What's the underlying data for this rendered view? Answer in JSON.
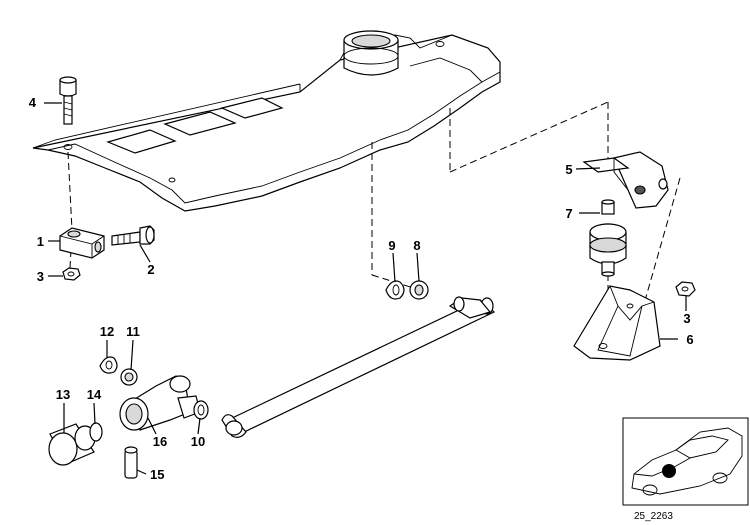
{
  "diagram": {
    "callouts": {
      "c1": "1",
      "c2": "2",
      "c3a": "3",
      "c3b": "3",
      "c4": "4",
      "c5": "5",
      "c6": "6",
      "c7": "7",
      "c8": "8",
      "c9": "9",
      "c10": "10",
      "c11": "11",
      "c12": "12",
      "c13": "13",
      "c14": "14",
      "c15": "15",
      "c16": "16"
    },
    "drawing_code": "25_2263"
  }
}
